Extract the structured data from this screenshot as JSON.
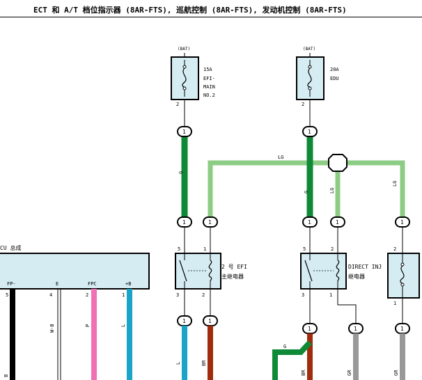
{
  "header": {
    "title": "ECT 和 A/T 档位指示器 (8AR-FTS), 巡航控制 (8AR-FTS), 发动机控制 (8AR-FTS)"
  },
  "colors": {
    "component_fill": "#d4ecf2",
    "wire_g": "#0e8a36",
    "wire_lg": "#8ccc84",
    "wire_l": "#1aa5c8",
    "wire_br": "#a02c0c",
    "wire_p": "#ef70b5",
    "wire_gr": "#999999",
    "wire_b": "#000000"
  },
  "fuses": [
    {
      "id": "efi-main",
      "source": "(BAT)",
      "rating": "15A",
      "name_lines": [
        "EFI-",
        "MAIN",
        "NO.2"
      ],
      "pin": "2"
    },
    {
      "id": "edu",
      "source": "(BAT)",
      "rating": "20A",
      "name_lines": [
        "EDU"
      ],
      "pin": "2"
    }
  ],
  "relays": [
    {
      "id": "efi-main-relay",
      "label_line1": "2 号 EFI",
      "label_line2": "主继电器",
      "pin_tl": "5",
      "pin_tr": "1",
      "pin_bl": "3",
      "pin_br": "2"
    },
    {
      "id": "direct-inj-relay",
      "label_line1": "DIRECT INJ",
      "label_line2": "继电器",
      "pin_tl": "5",
      "pin_tr": "2",
      "pin_bl": "3",
      "pin_br": "1"
    },
    {
      "id": "right-relay",
      "pin_top": "2",
      "pin_bottom": "1"
    }
  ],
  "connectors": {
    "pin_label": "1"
  },
  "ecu": {
    "label": "CU 总成",
    "pins": [
      {
        "name": "FP-",
        "num": "5",
        "wire": "B"
      },
      {
        "name": "E",
        "num": "4",
        "wire": "W-B"
      },
      {
        "name": "FPC",
        "num": "2",
        "wire": "P"
      },
      {
        "name": "+B",
        "num": "1",
        "wire": "L"
      }
    ]
  },
  "wires": {
    "g": "G",
    "lg": "LG",
    "l": "L",
    "br": "BR",
    "gr": "GR"
  }
}
